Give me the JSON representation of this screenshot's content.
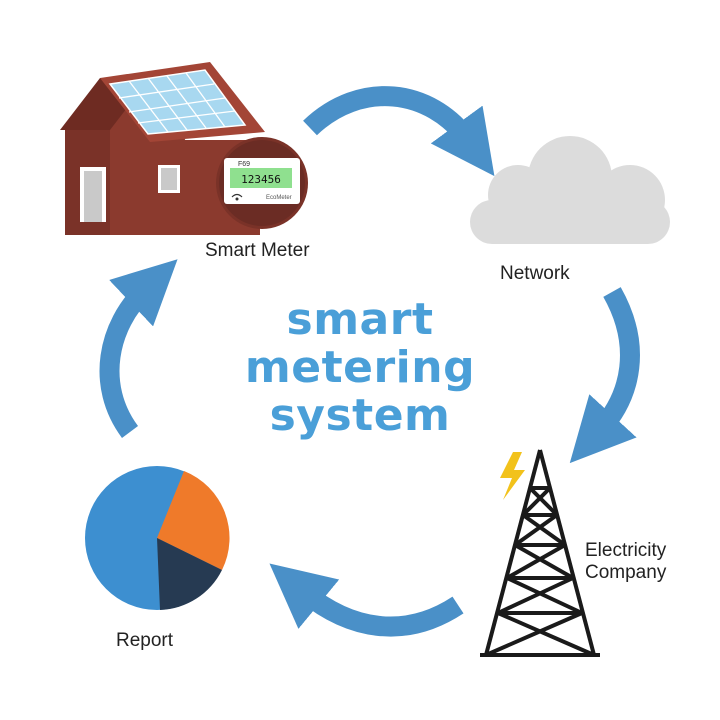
{
  "title": {
    "lines": [
      "smart",
      "metering",
      "system"
    ]
  },
  "nodes": {
    "smart_meter": {
      "label": "Smart Meter",
      "meter_reading": "123456",
      "meter_code": "F69",
      "meter_brand": "EcoMeter"
    },
    "network": {
      "label": "Network"
    },
    "electricity_company": {
      "label_line1": "Electricity",
      "label_line2": "Company"
    },
    "report": {
      "label": "Report"
    }
  },
  "colors": {
    "title": "#4a9fd8",
    "arrow": "#4a90c8",
    "house_wall": "#8b3a2e",
    "house_roof": "#a34536",
    "solar_panel": "#a8d8f0",
    "meter_screen": "#8fe08f",
    "cloud": "#dcdcdc",
    "tower": "#1a1a1a",
    "bolt": "#f2c21b",
    "pie_blue": "#3d8fd0",
    "pie_orange": "#ef7a2a",
    "pie_navy": "#263a52"
  }
}
